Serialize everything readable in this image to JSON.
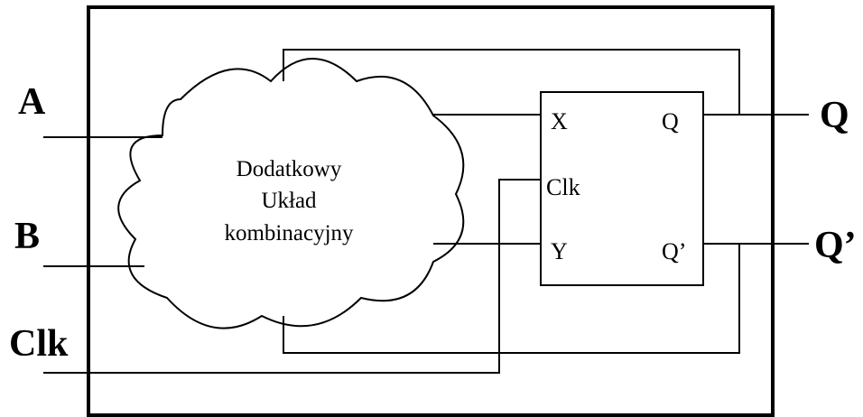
{
  "diagram": {
    "inputs": {
      "a": "A",
      "b": "B",
      "clk": "Clk"
    },
    "outputs": {
      "q": "Q",
      "q_bar": "Q’"
    },
    "cloud": {
      "line1": "Dodatkowy",
      "line2": "Układ",
      "line3": "kombinacyjny"
    },
    "flipflop": {
      "x": "X",
      "y": "Y",
      "clk": "Clk",
      "q": "Q",
      "q_bar": "Q’"
    }
  }
}
